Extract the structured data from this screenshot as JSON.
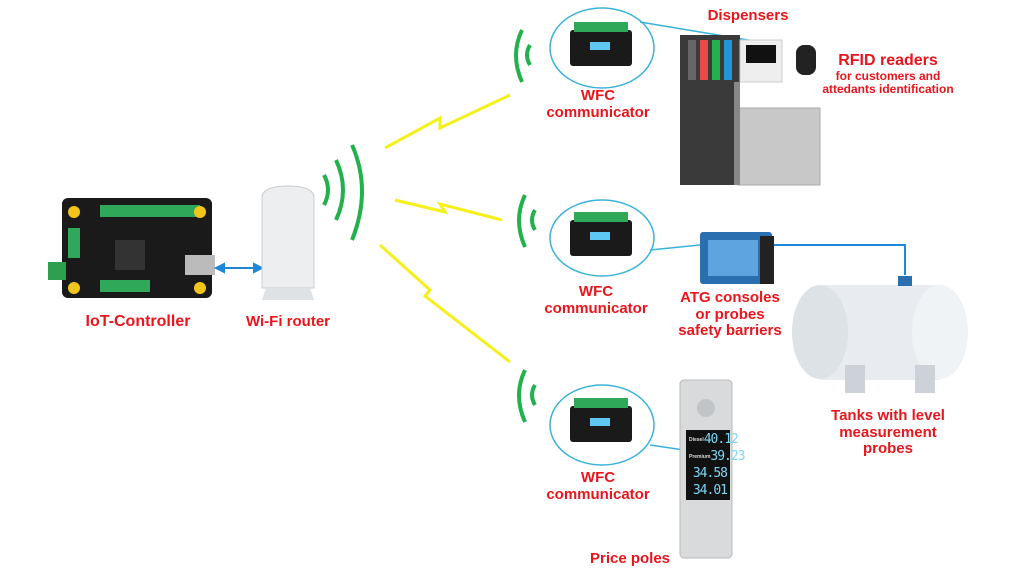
{
  "labels": {
    "controller": "IoT-Controller",
    "router": "Wi-Fi router",
    "wfc1": [
      "WFC",
      "communicator"
    ],
    "wfc2": [
      "WFC",
      "communicator"
    ],
    "wfc3": [
      "WFC",
      "communicator"
    ],
    "dispensers": "Dispensers",
    "rfid": {
      "title": "RFID readers",
      "sub1": "for customers and",
      "sub2": "attedants identification"
    },
    "atg": [
      "ATG consoles",
      "or probes",
      "safety barriers"
    ],
    "tanks": [
      "Tanks with level",
      "measurement",
      "probes"
    ],
    "price_poles": "Price poles"
  },
  "price_pole": {
    "rows": [
      {
        "name": "Diesel",
        "price": "40.12"
      },
      {
        "name": "Premium",
        "price": "39.23"
      },
      {
        "name": "",
        "price": "34.58"
      },
      {
        "name": "",
        "price": "34.01"
      }
    ]
  },
  "colors": {
    "label": "#e8161b",
    "wireless": "#22b14c",
    "link": "#f5f01a",
    "wire": "#1e88d8"
  }
}
